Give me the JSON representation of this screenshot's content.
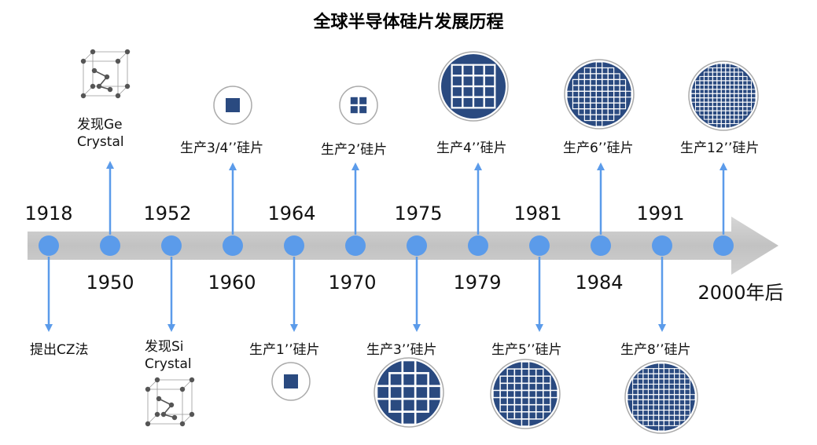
{
  "title": "全球半导体硅片发展历程",
  "colors": {
    "dot": "#5b9bea",
    "arrow": "#5b9bea",
    "band": "#c8c8c8",
    "chip": "#2a4a80"
  },
  "events": [
    {
      "year": "1918",
      "label": "提出CZ法",
      "side": "down",
      "icon": "none"
    },
    {
      "year": "1950",
      "label_lines": [
        "发现Ge",
        "Crystal"
      ],
      "side": "up",
      "icon": "ge-crystal-lattice-icon"
    },
    {
      "year": "1952",
      "label_lines": [
        "发现Si",
        "Crystal"
      ],
      "side": "down",
      "icon": "si-crystal-lattice-icon"
    },
    {
      "year": "1960",
      "label": "生产3/4’’硅片",
      "side": "up",
      "icon": "wafer-1x1-icon"
    },
    {
      "year": "1964",
      "label": "生产1’’硅片",
      "side": "down",
      "icon": "wafer-1x1-icon"
    },
    {
      "year": "1970",
      "label": "生产2’硅片",
      "side": "up",
      "icon": "wafer-2x2-icon"
    },
    {
      "year": "1975",
      "label": "生产3’’硅片",
      "side": "down",
      "icon": "wafer-grid-icon"
    },
    {
      "year": "1979",
      "label": "生产4’’硅片",
      "side": "up",
      "icon": "wafer-grid-icon"
    },
    {
      "year": "1981",
      "label": "生产5’’硅片",
      "side": "down",
      "icon": "wafer-grid-icon"
    },
    {
      "year": "1984",
      "label": "生产6’’硅片",
      "side": "up",
      "icon": "wafer-grid-icon"
    },
    {
      "year": "1991",
      "label": "生产8’’硅片",
      "side": "down",
      "icon": "wafer-grid-icon"
    },
    {
      "year": "2000年后",
      "label": "生产12’’硅片",
      "side": "up",
      "icon": "wafer-grid-icon"
    }
  ]
}
